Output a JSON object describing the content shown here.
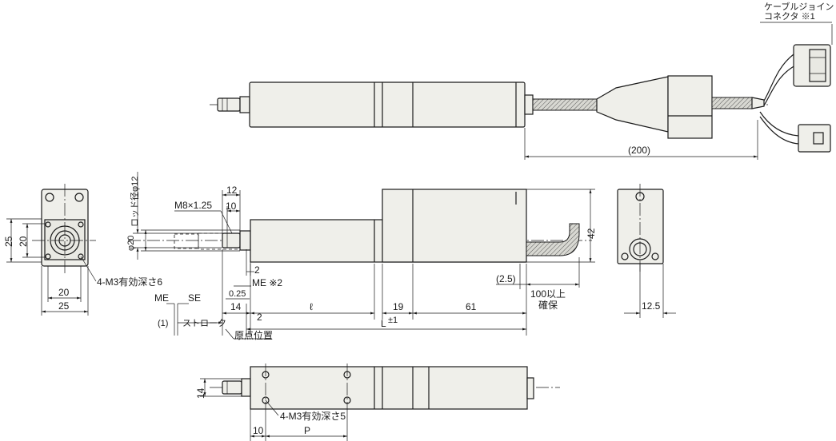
{
  "connector_label_line1": "ケーブルジョイント",
  "connector_label_line2": "コネクタ ※1",
  "dim_cable_length": "(200)",
  "dim_rod_dia": "ロッド径φ12",
  "dim_12": "12",
  "dim_10": "10",
  "dim_thread": "M8×1.25",
  "dim_dia20": "φ20",
  "dim_2a": "2",
  "dim_me2": "ME ※2",
  "dim_025": "0.25",
  "dim_me": "ME",
  "dim_se": "SE",
  "dim_14": "14",
  "dim_ell": "ℓ",
  "dim_19": "19",
  "dim_61": "61",
  "dim_2b": "2",
  "dim_1": "(1)",
  "dim_stroke": "ストローク",
  "dim_L": "L",
  "dim_L_tol": "±1",
  "dim_origin": "原点位置",
  "dim_25_side": "(2.5)",
  "dim_100": "100以上",
  "dim_kakuho": "確保",
  "dim_42": "42",
  "dim_125": "12.5",
  "dim_end_25v": "25",
  "dim_end_20v": "20",
  "dim_end_20h": "20",
  "dim_end_25h": "25",
  "tap_front": "4-M3有効深さ6",
  "dim_bottom_14": "14",
  "tap_bottom": "4-M3有効深さ5",
  "dim_bottom_10": "10",
  "dim_bottom_P": "P"
}
